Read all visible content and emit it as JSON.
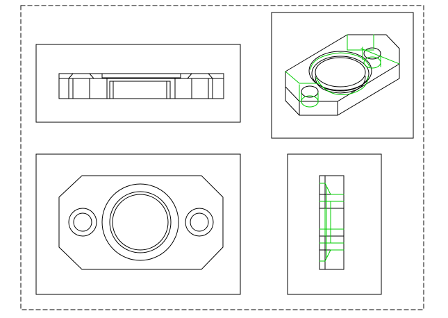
{
  "drawing": {
    "line_color": "#000000",
    "hidden_line_color": "#00cc00",
    "background": "#ffffff",
    "views": [
      {
        "id": "top-view"
      },
      {
        "id": "isometric-view"
      },
      {
        "id": "front-view"
      },
      {
        "id": "side-view"
      }
    ]
  }
}
